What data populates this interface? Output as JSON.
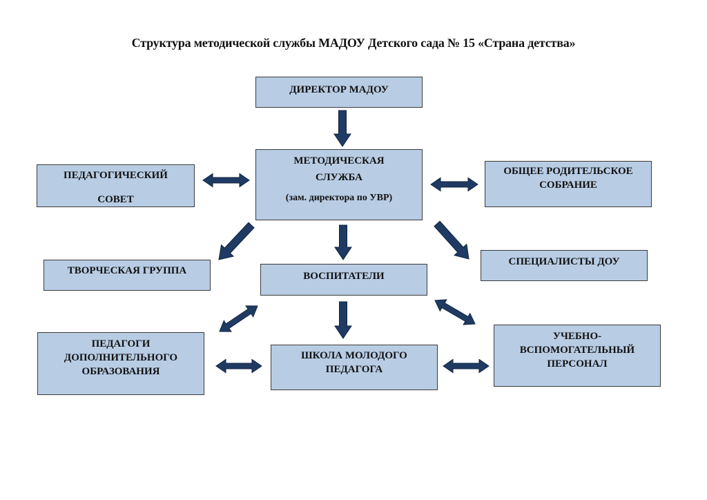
{
  "title": "Структура методической службы МАДОУ Детского сада № 15 «Страна детства»",
  "colors": {
    "box_fill": "#b8cce4",
    "box_border": "#3a3a3a",
    "arrow": "#1f3b63",
    "arrow_outline": "#0f2340"
  },
  "boxes": {
    "director": {
      "lines": [
        "ДИРЕКТОР МАДОУ"
      ]
    },
    "method_service": {
      "lines": [
        "МЕТОДИЧЕСКАЯ",
        "СЛУЖБА",
        "(зам. директора по УВР)"
      ]
    },
    "ped_council": {
      "lines": [
        "ПЕДАГОГИЧЕСКИЙ",
        "СОВЕТ"
      ]
    },
    "parents_meeting": {
      "lines": [
        "ОБЩЕЕ РОДИТЕЛЬСКОЕ",
        "СОБРАНИЕ"
      ]
    },
    "creative_group": {
      "lines": [
        "ТВОРЧЕСКАЯ ГРУППА"
      ]
    },
    "educators": {
      "lines": [
        "ВОСПИТАТЕЛИ"
      ]
    },
    "specialists": {
      "lines": [
        "СПЕЦИАЛИСТЫ ДОУ"
      ]
    },
    "extra_ed": {
      "lines": [
        "ПЕДАГОГИ",
        "ДОПОЛНИТЕЛЬНОГО",
        "ОБРАЗОВАНИЯ"
      ]
    },
    "young_teacher_school": {
      "lines": [
        "ШКОЛА МОЛОДОГО",
        "ПЕДАГОГА"
      ]
    },
    "support_staff": {
      "lines": [
        "УЧЕБНО-",
        "ВСПОМОГАТЕЛЬНЫЙ",
        "ПЕРСОНАЛ"
      ]
    }
  },
  "connections": [
    {
      "from": "director",
      "to": "method_service",
      "type": "one-way"
    },
    {
      "from": "method_service",
      "to": "ped_council",
      "type": "two-way"
    },
    {
      "from": "method_service",
      "to": "parents_meeting",
      "type": "two-way"
    },
    {
      "from": "method_service",
      "to": "creative_group",
      "type": "one-way"
    },
    {
      "from": "method_service",
      "to": "educators",
      "type": "one-way"
    },
    {
      "from": "method_service",
      "to": "specialists",
      "type": "one-way"
    },
    {
      "from": "educators",
      "to": "extra_ed",
      "type": "two-way"
    },
    {
      "from": "educators",
      "to": "young_teacher_school",
      "type": "one-way"
    },
    {
      "from": "educators",
      "to": "support_staff",
      "type": "two-way"
    },
    {
      "from": "young_teacher_school",
      "to": "extra_ed",
      "type": "two-way"
    },
    {
      "from": "young_teacher_school",
      "to": "support_staff",
      "type": "two-way"
    }
  ]
}
